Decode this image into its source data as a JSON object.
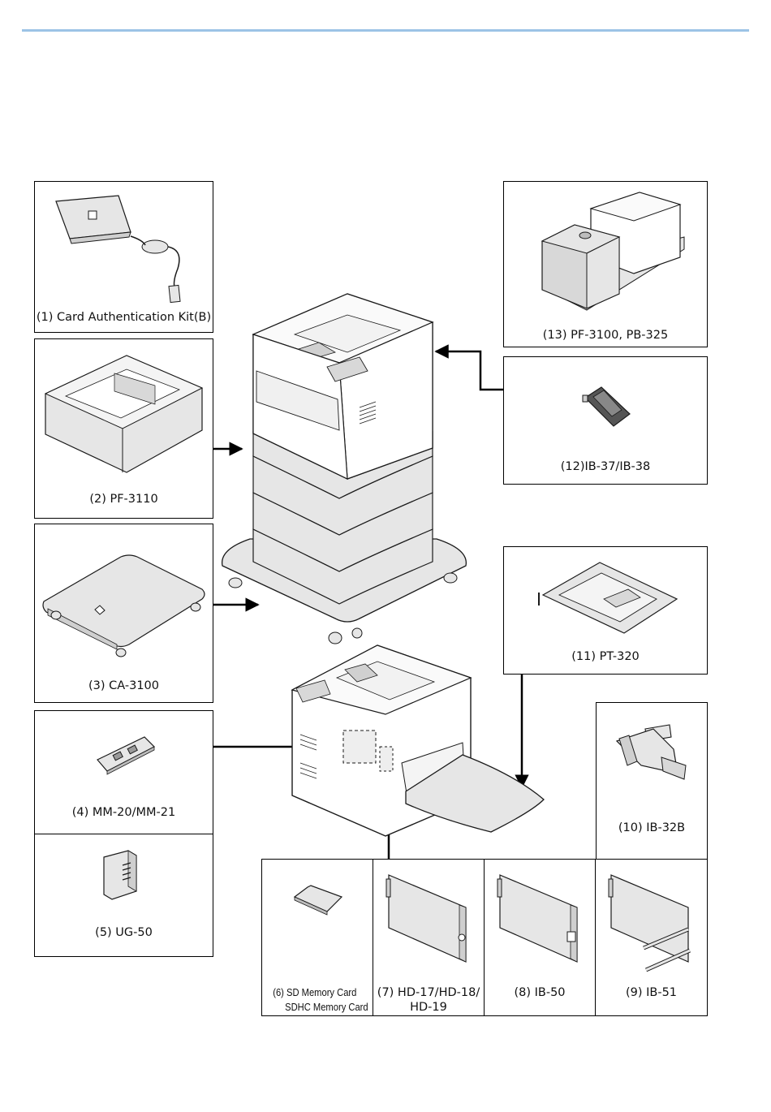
{
  "options": [
    {
      "id": "1",
      "label": "(1) Card Authentication Kit(B)"
    },
    {
      "id": "2",
      "label": "(2) PF-3110"
    },
    {
      "id": "3",
      "label": "(3) CA-3100"
    },
    {
      "id": "4",
      "label": "(4) MM-20/MM-21"
    },
    {
      "id": "5",
      "label": "(5) UG-50"
    },
    {
      "id": "6",
      "label_line1": "(6) SD Memory Card",
      "label_line2": "SDHC Memory Card"
    },
    {
      "id": "7",
      "label_line1": "(7) HD-17/HD-18/",
      "label_line2": "HD-19"
    },
    {
      "id": "8",
      "label": "(8) IB-50"
    },
    {
      "id": "9",
      "label": "(9) IB-51"
    },
    {
      "id": "10",
      "label": "(10) IB-32B"
    },
    {
      "id": "11",
      "label": "(11) PT-320"
    },
    {
      "id": "12",
      "label": "(12)IB-37/IB-38"
    },
    {
      "id": "13",
      "label": "(13) PF-3100, PB-325"
    }
  ],
  "colors": {
    "accent_line": "#9cc3e6",
    "device_fill": "#e6e6e6",
    "outline": "#1a1a1a"
  }
}
